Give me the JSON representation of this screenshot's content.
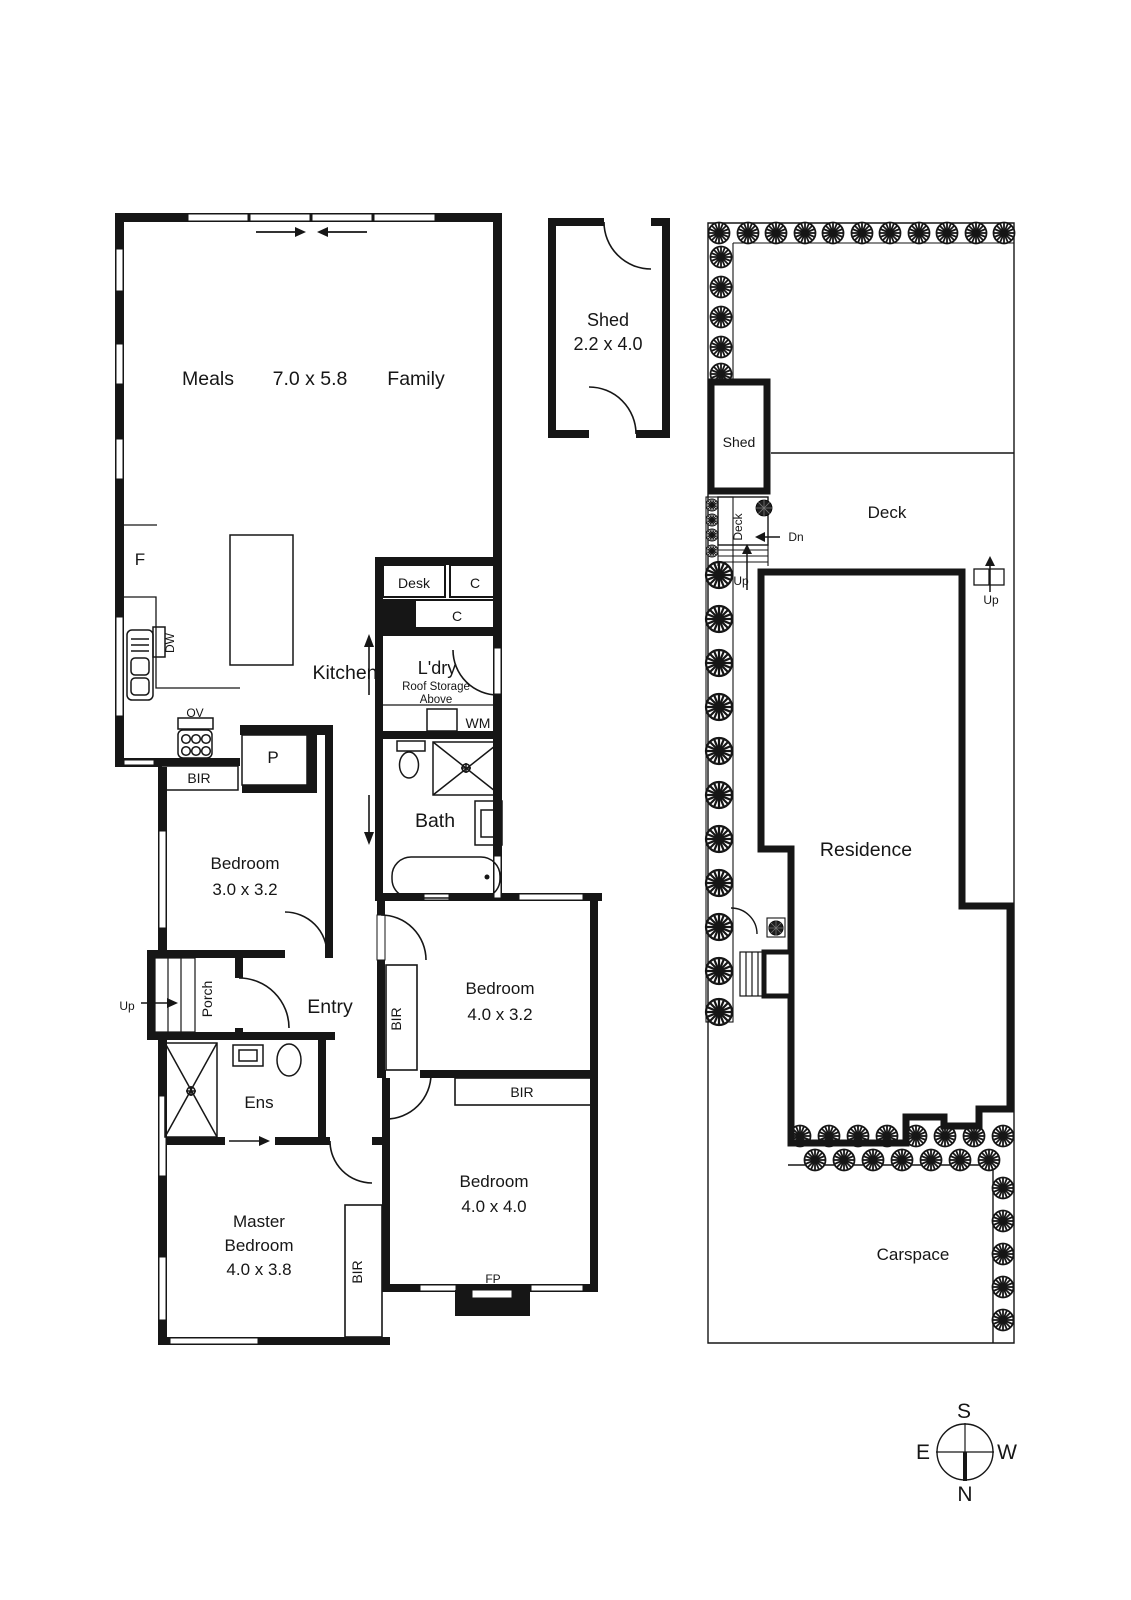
{
  "floor_plan": {
    "living": {
      "meals": "Meals",
      "dims": "7.0 x 5.8",
      "family": "Family"
    },
    "kitchen": {
      "label": "Kitchen",
      "fridge": "F",
      "dishwasher": "DW",
      "oven": "OV",
      "pantry": "P",
      "robe": "BIR"
    },
    "study_nook": {
      "desk": "Desk",
      "cupboard_a": "C",
      "cupboard_b": "C"
    },
    "laundry": {
      "label": "L'dry",
      "roof_note_1": "Roof Storage",
      "roof_note_2": "Above",
      "washer": "WM"
    },
    "bathroom": {
      "label": "Bath"
    },
    "bedroom_1": {
      "label": "Bedroom",
      "dims": "3.0 x 3.2"
    },
    "porch": {
      "label": "Porch",
      "up": "Up"
    },
    "entry": {
      "label": "Entry"
    },
    "bedroom_2": {
      "label": "Bedroom",
      "dims": "4.0 x 3.2",
      "robe": "BIR",
      "robe_rear": "BIR"
    },
    "ensuite": {
      "label": "Ens"
    },
    "master": {
      "line1": "Master",
      "line2": "Bedroom",
      "dims": "4.0 x 3.8",
      "robe": "BIR"
    },
    "bedroom_3": {
      "label": "Bedroom",
      "dims": "4.0 x 4.0",
      "fireplace": "FP"
    }
  },
  "shed_detail": {
    "label": "Shed",
    "dims": "2.2 x 4.0"
  },
  "site_plan": {
    "shed": "Shed",
    "deck": "Deck",
    "deck_lower": "Deck",
    "down": "Dn",
    "up_rear": "Up",
    "up_side": "Up",
    "residence": "Residence",
    "carspace": "Carspace"
  },
  "compass": {
    "north": "N",
    "south": "S",
    "east": "E",
    "west": "W"
  },
  "colors": {
    "ink": "#161616",
    "background": "#ffffff"
  }
}
